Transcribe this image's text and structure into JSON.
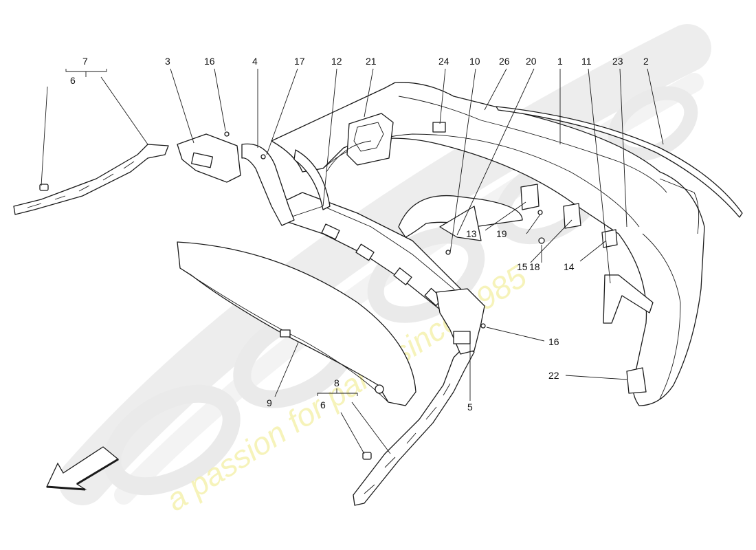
{
  "diagram": {
    "callouts": [
      {
        "id": "c-7",
        "text": "7"
      },
      {
        "id": "c-6a",
        "text": "6"
      },
      {
        "id": "c-3",
        "text": "3"
      },
      {
        "id": "c-16a",
        "text": "16"
      },
      {
        "id": "c-4",
        "text": "4"
      },
      {
        "id": "c-17",
        "text": "17"
      },
      {
        "id": "c-12",
        "text": "12"
      },
      {
        "id": "c-21",
        "text": "21"
      },
      {
        "id": "c-24",
        "text": "24"
      },
      {
        "id": "c-10",
        "text": "10"
      },
      {
        "id": "c-26",
        "text": "26"
      },
      {
        "id": "c-20",
        "text": "20"
      },
      {
        "id": "c-1",
        "text": "1"
      },
      {
        "id": "c-11",
        "text": "11"
      },
      {
        "id": "c-23",
        "text": "23"
      },
      {
        "id": "c-2",
        "text": "2"
      },
      {
        "id": "c-13",
        "text": "13"
      },
      {
        "id": "c-19",
        "text": "19"
      },
      {
        "id": "c-15",
        "text": "15"
      },
      {
        "id": "c-18",
        "text": "18"
      },
      {
        "id": "c-14",
        "text": "14"
      },
      {
        "id": "c-16b",
        "text": "16"
      },
      {
        "id": "c-22",
        "text": "22"
      },
      {
        "id": "c-9",
        "text": "9"
      },
      {
        "id": "c-8",
        "text": "8"
      },
      {
        "id": "c-6b",
        "text": "6"
      },
      {
        "id": "c-5",
        "text": "5"
      }
    ]
  },
  "watermark": {
    "subtitle": "a passion for parts since 1985"
  },
  "colors": {
    "line": "#1a1a1a",
    "watermark_gray": "#e6e6e6",
    "watermark_yellow": "#f3f0a3"
  },
  "icons": {
    "direction_arrow": "arrow-down-left-icon"
  }
}
